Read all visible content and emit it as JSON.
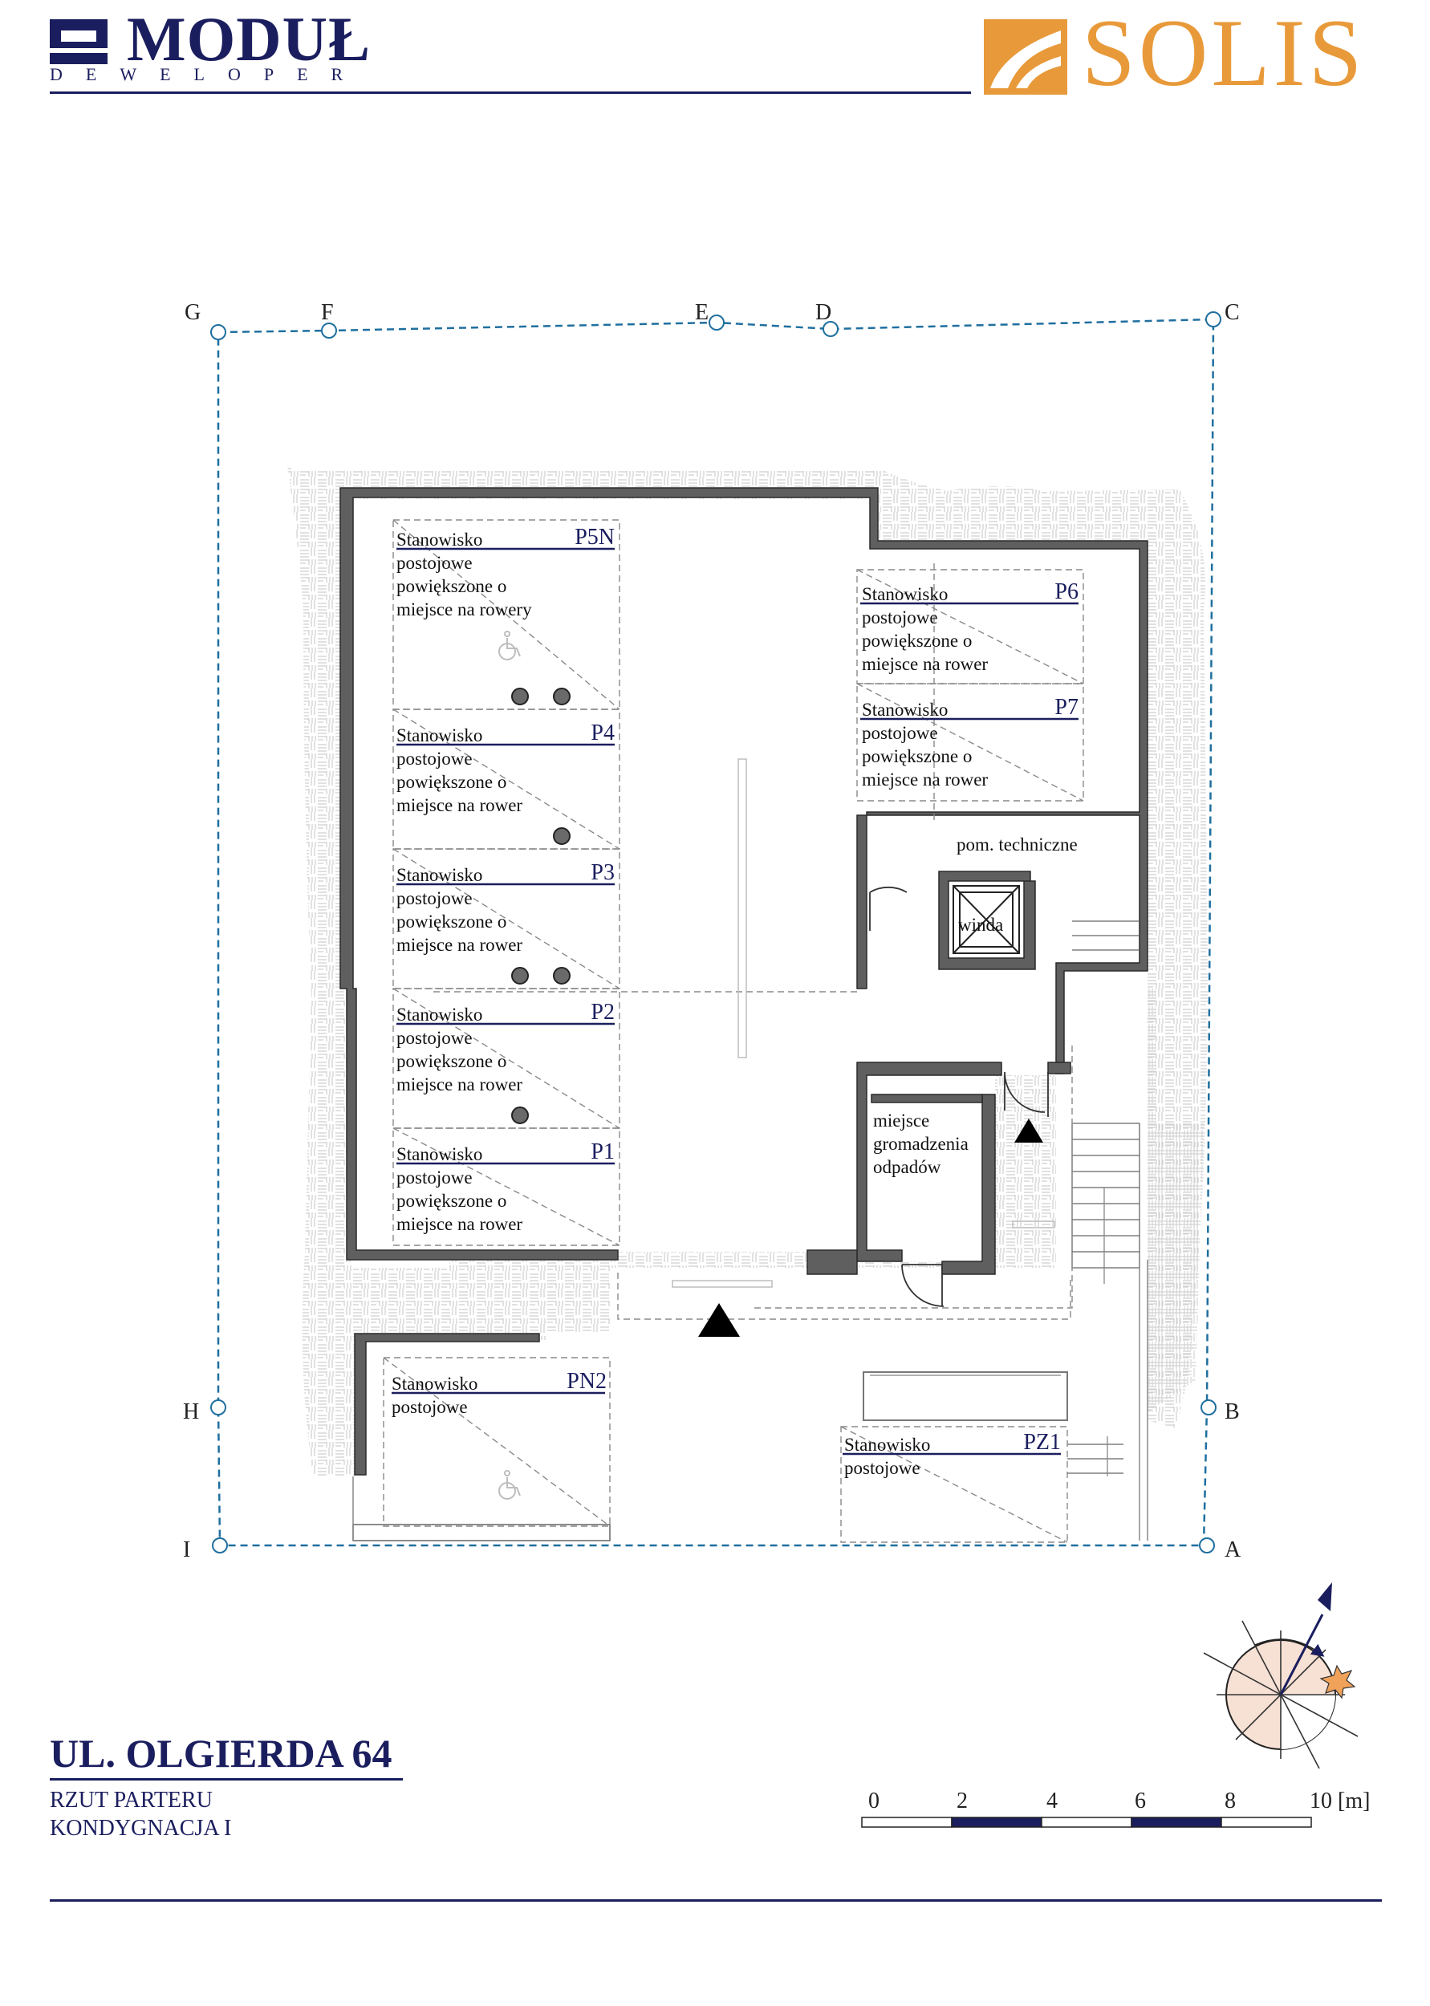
{
  "header": {
    "brand_left": "MODUŁ",
    "brand_left_sub": "DEWELOPER",
    "brand_right": "SOLIS",
    "brand_colors": {
      "navy": "#1b1e5e",
      "orange": "#e89a3a"
    }
  },
  "plan": {
    "grid_axes": [
      "A",
      "B",
      "C",
      "D",
      "E",
      "F",
      "G",
      "H",
      "I"
    ],
    "spaces": [
      {
        "id": "P5N",
        "lines": [
          "Stanowisko",
          "postojowe",
          "powiększone o",
          "miejsce na rowery"
        ],
        "accessible": true
      },
      {
        "id": "P4",
        "lines": [
          "Stanowisko",
          "postojowe",
          "powiększone o",
          "miejsce na rower"
        ]
      },
      {
        "id": "P3",
        "lines": [
          "Stanowisko",
          "postojowe",
          "powiększone o",
          "miejsce na rower"
        ]
      },
      {
        "id": "P2",
        "lines": [
          "Stanowisko",
          "postojowe",
          "powiększone o",
          "miejsce na rower"
        ]
      },
      {
        "id": "P1",
        "lines": [
          "Stanowisko",
          "postojowe",
          "powiększone o",
          "miejsce na rower"
        ]
      },
      {
        "id": "P6",
        "lines": [
          "Stanowisko",
          "postojowe",
          "powiększone o",
          "miejsce na rower"
        ]
      },
      {
        "id": "P7",
        "lines": [
          "Stanowisko",
          "postojowe",
          "powiększone o",
          "miejsce na rower"
        ]
      },
      {
        "id": "PN2",
        "lines": [
          "Stanowisko",
          "postojowe"
        ],
        "accessible": true
      },
      {
        "id": "PZ1",
        "lines": [
          "Stanowisko",
          "postojowe"
        ]
      }
    ],
    "rooms": {
      "technical": "pom. techniczne",
      "elevator": "winda",
      "waste": [
        "miejsce",
        "gromadzenia",
        "odpadów"
      ]
    }
  },
  "footer": {
    "address": "UL. OLGIERDA 64",
    "plan_name": "RZUT PARTERU",
    "level": "KONDYGNACJA I",
    "scale_labels": [
      "0",
      "2",
      "4",
      "6",
      "8",
      "10 [m]"
    ]
  }
}
